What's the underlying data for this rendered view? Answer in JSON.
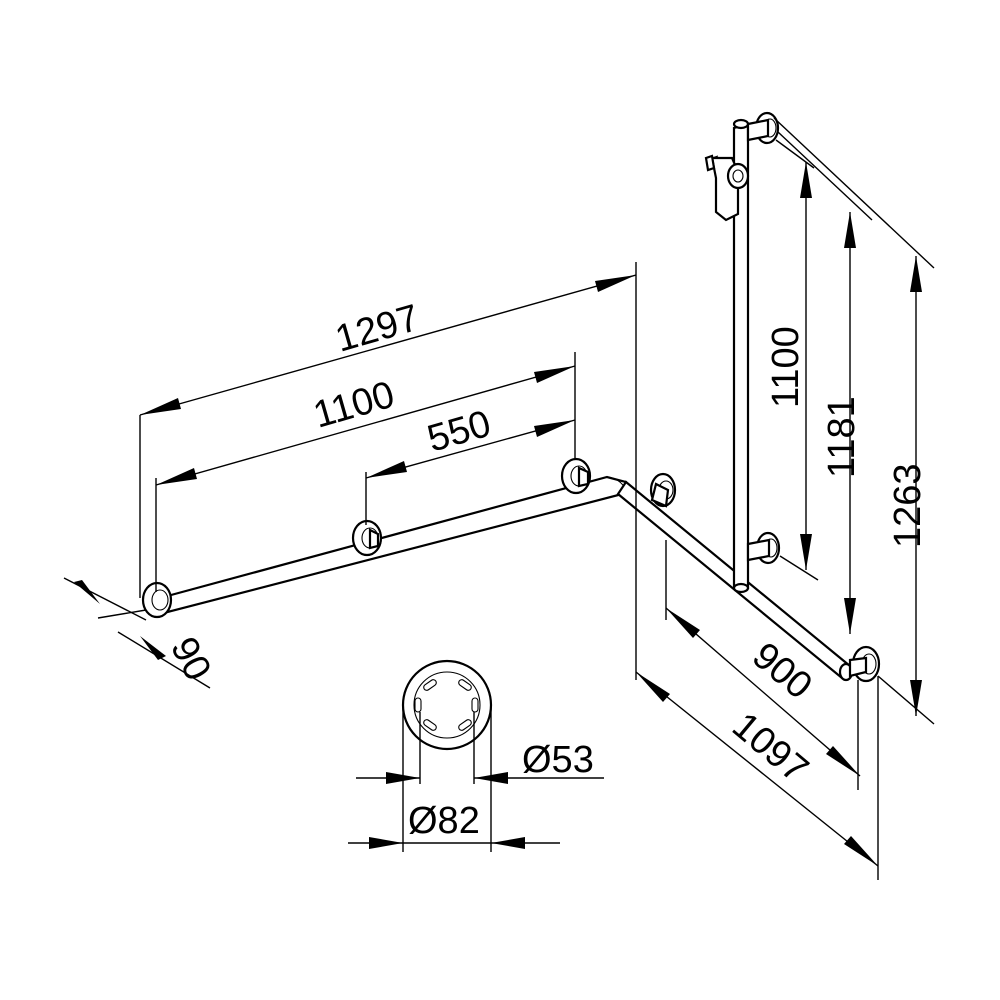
{
  "diagram": {
    "dimensions": {
      "width_overall": "1297",
      "width_rail": "1100",
      "width_half": "550",
      "wall_offset": "90",
      "depth_rail": "900",
      "depth_overall": "1097",
      "height_rail": "1100",
      "height_mid": "1181",
      "height_overall": "1263",
      "rosette_inner_dia": "Ø53",
      "rosette_outer_dia": "Ø82"
    }
  }
}
